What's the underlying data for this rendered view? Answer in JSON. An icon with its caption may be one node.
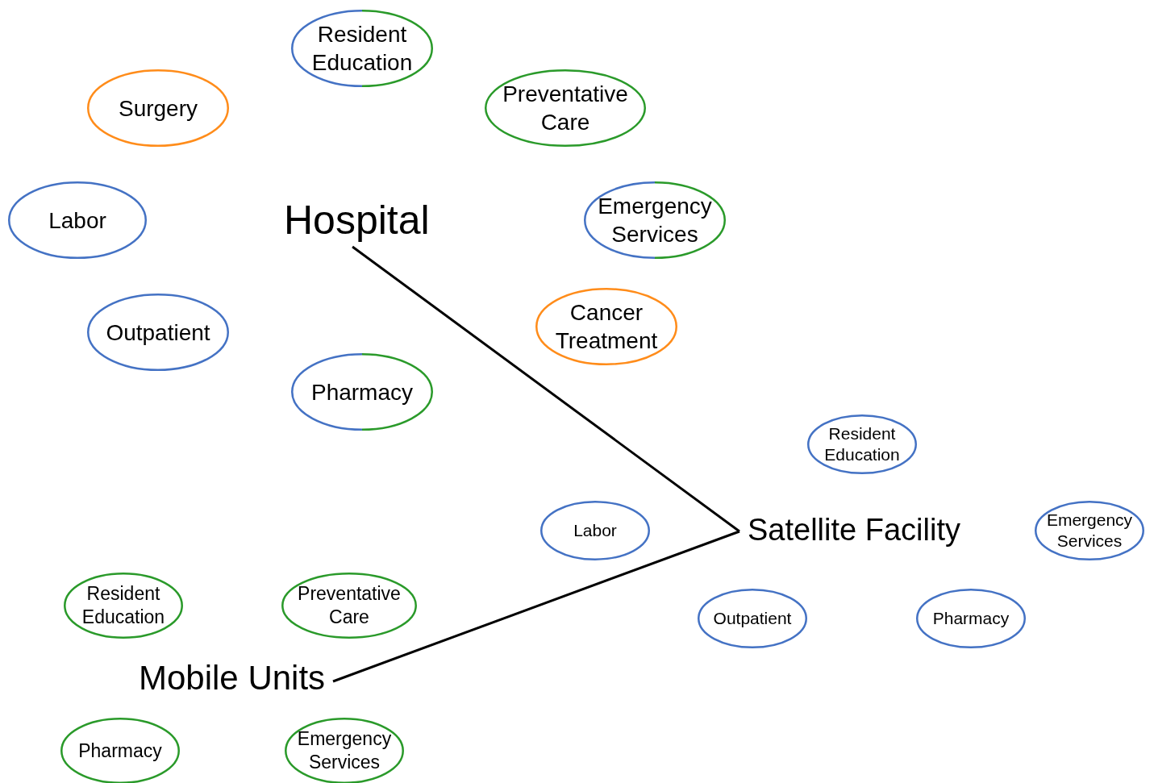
{
  "diagram": {
    "nodes": [
      {
        "text": [
          "Resident Education"
        ]
      },
      {
        "text": [
          "Surgery"
        ]
      },
      {
        "text": [
          "Preventative Care"
        ]
      },
      {
        "text": [
          "Labor"
        ]
      },
      {
        "text": [
          "Hospital"
        ]
      },
      {
        "text": [
          "Emergency Services"
        ]
      },
      {
        "text": [
          "Outpatient"
        ]
      },
      {
        "text": [
          "Cancer Treatment"
        ]
      },
      {
        "text": [
          "Pharmacy"
        ]
      },
      {
        "text": [
          "Resident Education"
        ]
      },
      {
        "text": [
          "Labor"
        ]
      },
      {
        "text": [
          "Satellite Facility"
        ]
      },
      {
        "text": [
          "Emergency Services"
        ]
      },
      {
        "text": [
          "Resident Education"
        ]
      },
      {
        "text": [
          "Preventative Care"
        ]
      },
      {
        "text": [
          "Outpatient"
        ]
      },
      {
        "text": [
          "Pharmacy"
        ]
      },
      {
        "text": [
          "Mobile Units"
        ]
      },
      {
        "text": [
          "Pharmacy"
        ]
      },
      {
        "text": [
          "Emergency Services"
        ]
      }
    ],
    "edges": [
      {
        "from": 4,
        "to": 11,
        "arrow": "none"
      },
      {
        "from": 11,
        "to": 17,
        "arrow": "none"
      }
    ]
  }
}
